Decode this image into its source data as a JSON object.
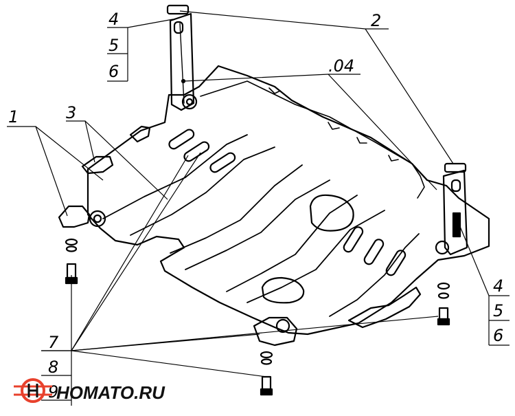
{
  "labels": {
    "l1": "1",
    "l2": "2",
    "l3": "3",
    "l04": ".04",
    "tl4": "4",
    "tl5": "5",
    "tl6": "6",
    "rl4": "4",
    "rl5": "5",
    "rl6": "6",
    "bl7": "7",
    "bl8": "8",
    "bl9": "9"
  },
  "logo": {
    "text": "HOMATO.RU",
    "accent_color": "#e8412c"
  }
}
